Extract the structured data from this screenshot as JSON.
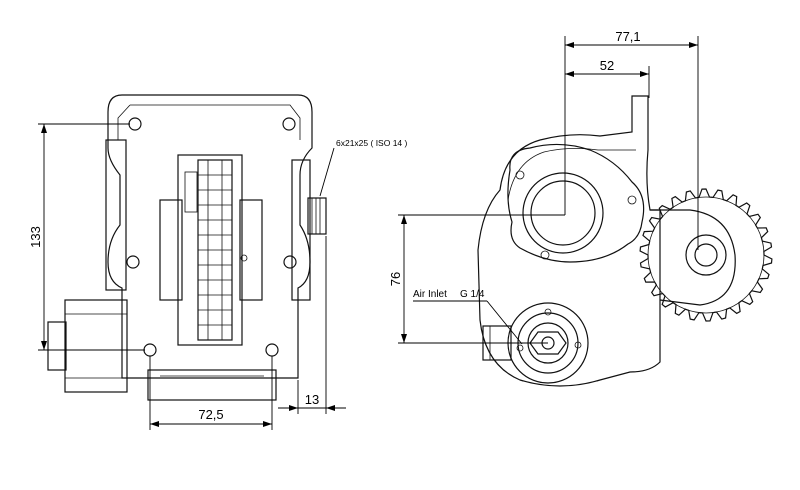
{
  "dimensions": {
    "left_height": "133",
    "left_bolt_spacing": "72,5",
    "left_shaft_offset": "13",
    "right_overall_width": "77,1",
    "right_bore_offset": "52",
    "right_vertical": "76"
  },
  "annotations": {
    "spline_spec": "6x21x25 ( ISO 14 )",
    "air_inlet": "Air Inlet",
    "air_inlet_thread": "G 1/4"
  },
  "colors": {
    "line": "#111111",
    "background": "#ffffff"
  }
}
